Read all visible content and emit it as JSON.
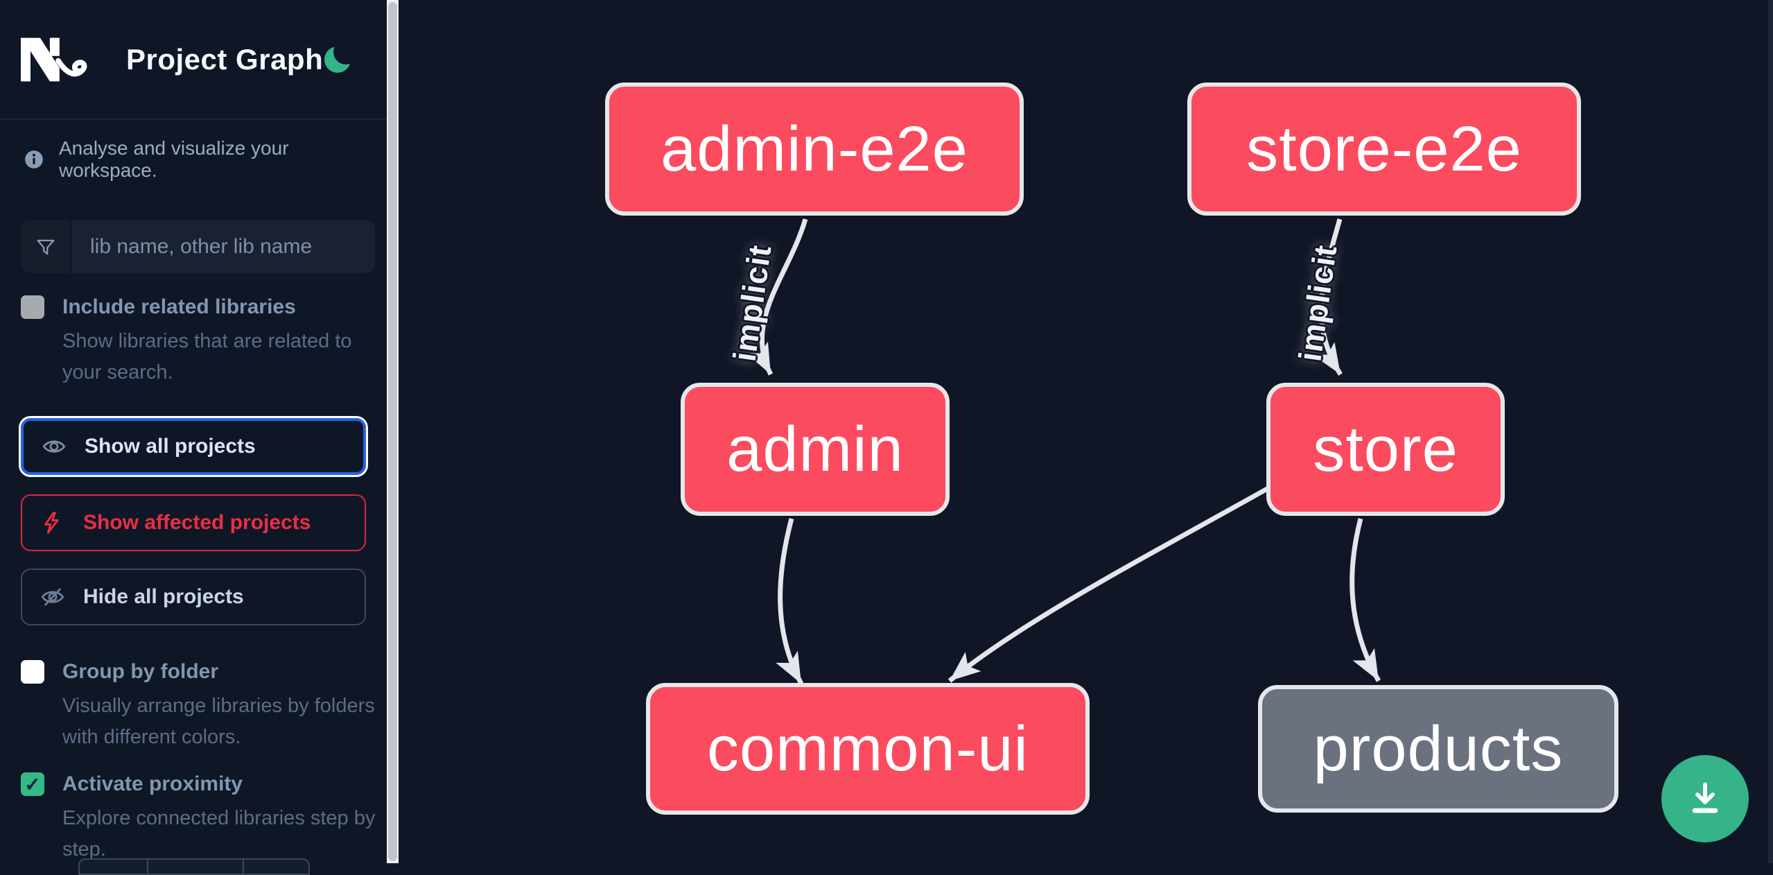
{
  "app": {
    "title": "Project Graph"
  },
  "sidebar": {
    "tagline": "Analyse and visualize your workspace.",
    "search": {
      "placeholder": "lib name, other lib name"
    },
    "actions": [
      {
        "label": "Show all projects"
      },
      {
        "label": "Show affected projects"
      },
      {
        "label": "Hide all projects"
      }
    ],
    "toggles": [
      {
        "label": "Include related libraries",
        "description": "Show libraries that are related to your search.",
        "checked": false
      },
      {
        "label": "Group by folder",
        "description": "Visually arrange libraries by folders with different colors.",
        "checked": false
      },
      {
        "label": "Activate proximity",
        "description": "Explore connected libraries step by step.",
        "checked": true
      }
    ]
  },
  "graph": {
    "nodes": [
      {
        "id": "admin-e2e",
        "label": "admin-e2e",
        "status": "affected"
      },
      {
        "id": "store-e2e",
        "label": "store-e2e",
        "status": "affected"
      },
      {
        "id": "admin",
        "label": "admin",
        "status": "affected"
      },
      {
        "id": "store",
        "label": "store",
        "status": "affected"
      },
      {
        "id": "common-ui",
        "label": "common-ui",
        "status": "affected"
      },
      {
        "id": "products",
        "label": "products",
        "status": "unaffected"
      }
    ],
    "edges": [
      {
        "from": "admin-e2e",
        "to": "admin",
        "label": "implicit"
      },
      {
        "from": "store-e2e",
        "to": "store",
        "label": "implicit"
      },
      {
        "from": "admin",
        "to": "common-ui",
        "label": ""
      },
      {
        "from": "store",
        "to": "common-ui",
        "label": ""
      },
      {
        "from": "store",
        "to": "products",
        "label": ""
      }
    ]
  },
  "glyphs": {
    "check": "✓"
  },
  "colors": {
    "affected_node": "#fa4b5f",
    "unaffected_node": "#6a7280",
    "node_border": "#e5e7ea",
    "edge": "#e3e6ea",
    "focus_ring": "#2563eb",
    "affected_red": "#ea2e42",
    "green": "#35b489",
    "sidebar_bg": "#0f1727",
    "canvas_bg": "#101625"
  }
}
